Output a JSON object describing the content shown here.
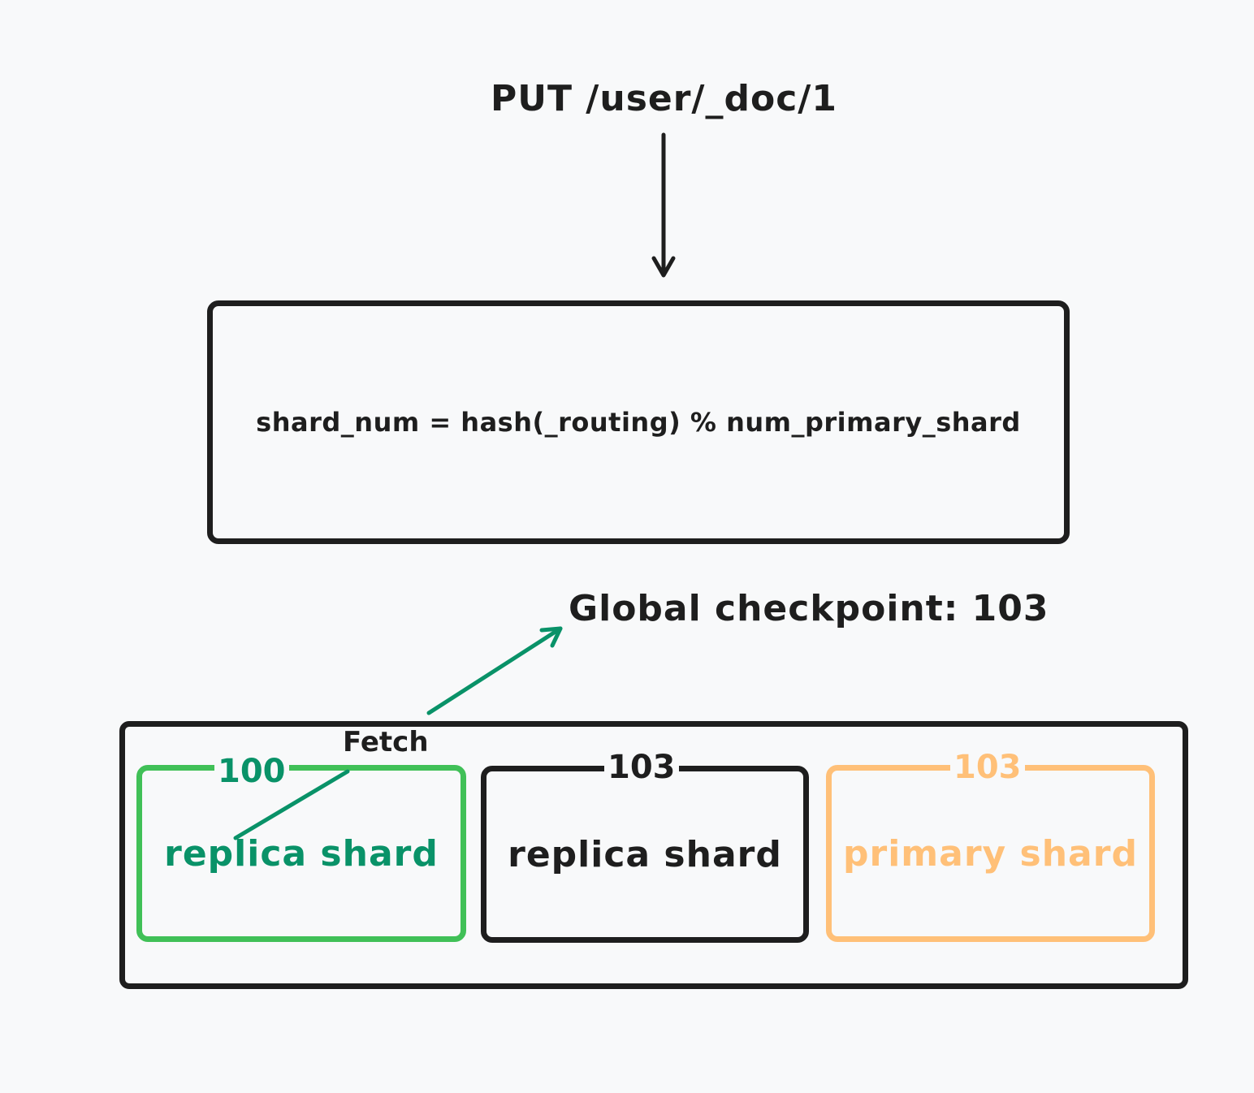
{
  "request": {
    "label": "PUT /user/_doc/1"
  },
  "routing": {
    "formula": "shard_num = hash(_routing) % num_primary_shard"
  },
  "checkpoint": {
    "label": "Global checkpoint: 103"
  },
  "fetch": {
    "label": "Fetch"
  },
  "shards": [
    {
      "label": "replica shard",
      "seq": "100",
      "color": "#40c057",
      "text_color": "#099268"
    },
    {
      "label": "replica shard",
      "seq": "103",
      "color": "#1e1e1e",
      "text_color": "#1e1e1e"
    },
    {
      "label": "primary shard",
      "seq": "103",
      "color": "#ffc078",
      "text_color": "#ffc078"
    }
  ],
  "colors": {
    "stroke": "#1e1e1e",
    "fetch_arrow": "#099268",
    "background": "#f8f9fa"
  }
}
